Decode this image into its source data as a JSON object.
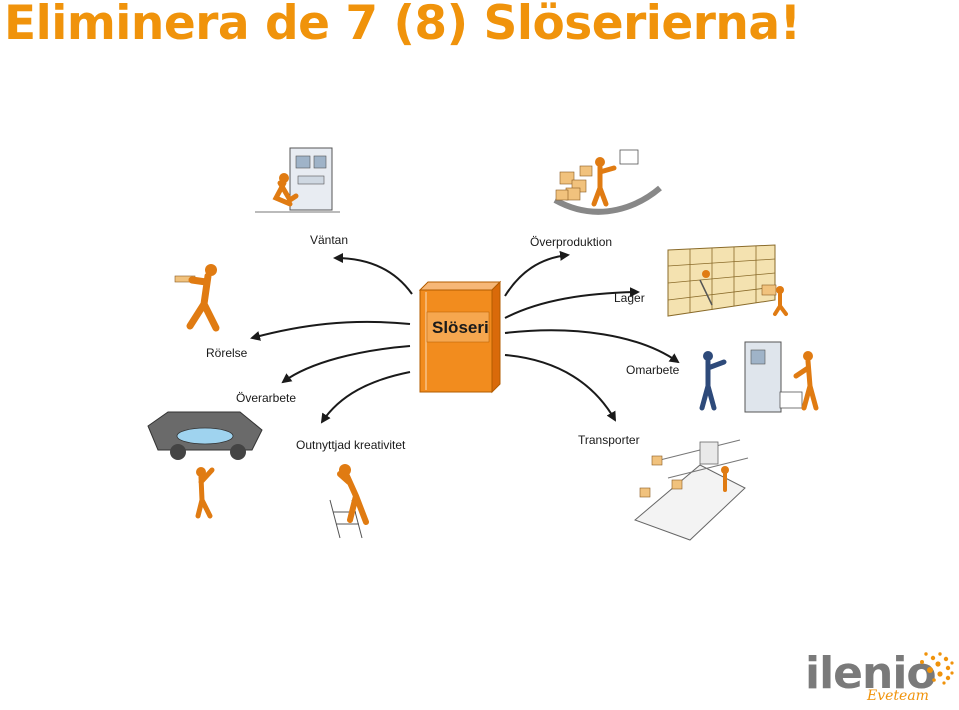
{
  "title": "Eliminera de 7 (8) Slöserierna!",
  "center_label": "Slöseri",
  "labels": {
    "vantan": "Väntan",
    "overproduktion": "Överproduktion",
    "lager": "Lager",
    "rorelse": "Rörelse",
    "omarbete": "Omarbete",
    "overarbete": "Överarbete",
    "outnyttjad": "Outnyttjad kreativitet",
    "transporter": "Transporter"
  },
  "logo": {
    "brand": "ilenio",
    "sub": "Eveteam"
  },
  "colors": {
    "accent": "#f0930b",
    "logo_gray": "#7a7a7a",
    "ink": "#1a1a1a"
  }
}
